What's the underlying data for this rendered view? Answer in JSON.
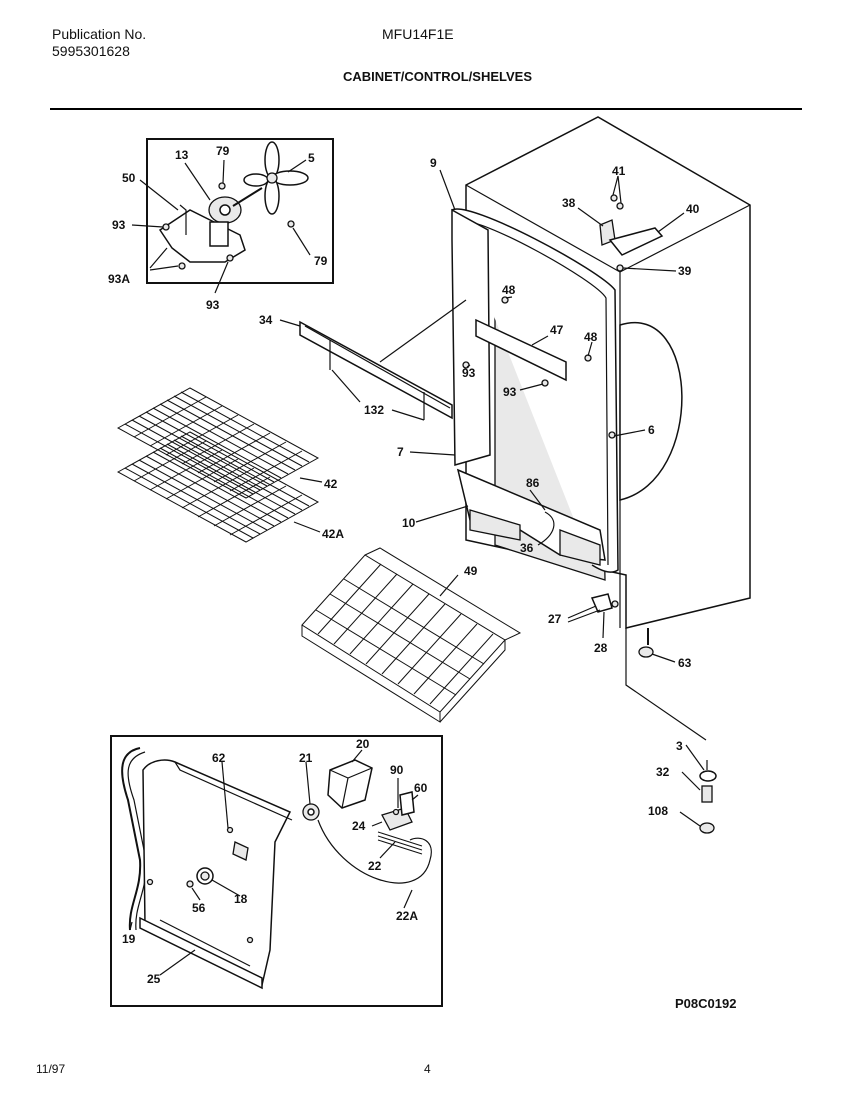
{
  "header": {
    "publication_label": "Publication No.",
    "publication_number": "5995301628",
    "model": "MFU14F1E",
    "section_title": "CABINET/CONTROL/SHELVES"
  },
  "footer": {
    "date": "11/97",
    "page": "4",
    "drawing_code": "P08C0192"
  },
  "callouts": {
    "c3": "3",
    "c5": "5",
    "c6": "6",
    "c7": "7",
    "c9": "9",
    "c10": "10",
    "c13": "13",
    "c18": "18",
    "c19": "19",
    "c20": "20",
    "c21": "21",
    "c22": "22",
    "c22a": "22A",
    "c24": "24",
    "c25": "25",
    "c27": "27",
    "c28": "28",
    "c32": "32",
    "c34": "34",
    "c36": "36",
    "c38": "38",
    "c39": "39",
    "c40": "40",
    "c41": "41",
    "c42": "42",
    "c42a": "42A",
    "c47": "47",
    "c48a": "48",
    "c48b": "48",
    "c49": "49",
    "c50": "50",
    "c56": "56",
    "c60": "60",
    "c62": "62",
    "c63": "63",
    "c79a": "79",
    "c79b": "79",
    "c86": "86",
    "c90": "90",
    "c93a": "93",
    "c93b": "93",
    "c93c": "93",
    "c93d": "93",
    "c93A": "93A",
    "c108": "108",
    "c132": "132"
  }
}
